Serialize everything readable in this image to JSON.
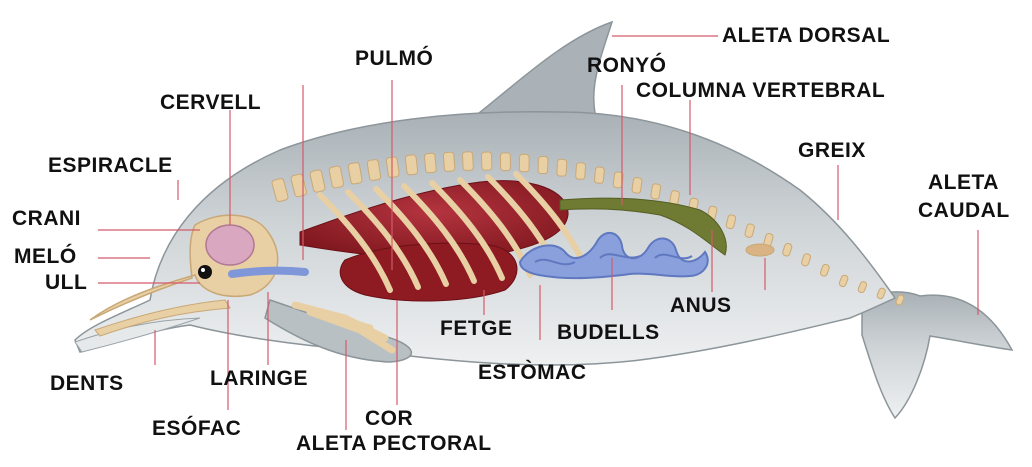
{
  "diagram": {
    "labels": {
      "aleta_dorsal": "ALETA DORSAL",
      "pulmo": "PULMÓ",
      "ronyo": "RONYÓ",
      "columna_vertebral": "COLUMNA VERTEBRAL",
      "cervell": "CERVELL",
      "greix": "GREIX",
      "espiracle": "ESPIRACLE",
      "aleta_caudal_1": "ALETA",
      "aleta_caudal_2": "CAUDAL",
      "crani": "CRANI",
      "melo": "MELÓ",
      "ull": "ULL",
      "anus": "ANUS",
      "fetge": "FETGE",
      "budells": "BUDELLS",
      "dents": "DENTS",
      "laringe": "LARINGE",
      "estomac": "ESTÒMAC",
      "esofac": "ESÓFAC",
      "cor": "COR",
      "aleta_pectoral": "ALETA PECTORAL"
    },
    "colors": {
      "body": "#c9ced1",
      "body_dark": "#9aa3a8",
      "bone": "#e8cfa4",
      "bone_dark": "#c9a877",
      "organ_red": "#8e1a22",
      "lung": "#a52a36",
      "intestine": "#7f97d8",
      "brain": "#d9a7c0",
      "green": "#6f7a32",
      "line": "#d45a6a"
    }
  }
}
